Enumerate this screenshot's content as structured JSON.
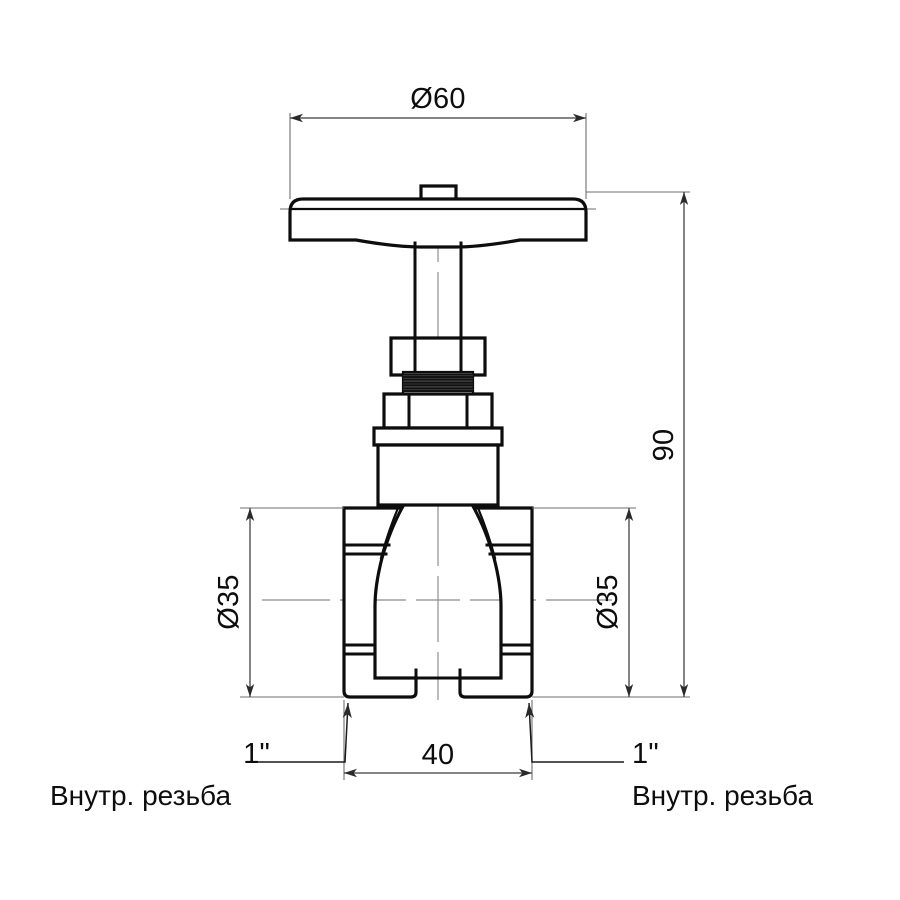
{
  "drawing": {
    "title": "Gate valve dimensioned drawing",
    "line_color": "#0d0d0d",
    "dim_color": "#3a3a3a",
    "background": "#ffffff"
  },
  "dimensions": {
    "handwheel_diameter": "Ø60",
    "overall_height": "90",
    "body_width": "40",
    "port_diameter_left": "Ø35",
    "port_diameter_right": "Ø35"
  },
  "callouts": {
    "thread_size_left": "1\"",
    "thread_size_right": "1\"",
    "thread_note_left": "Внутр. резьба",
    "thread_note_right": "Внутр. резьба"
  },
  "components": {
    "handwheel": "handwheel",
    "handwheel_boss": "handwheel-boss",
    "stem": "valve-stem",
    "upper_nut": "upper-hex-nut",
    "threaded_section": "threaded-stem-section",
    "lower_nut": "lower-hex-nut",
    "bonnet_flange": "bonnet-flange",
    "bonnet": "bonnet",
    "body": "valve-body",
    "left_port": "left-threaded-port",
    "right_port": "right-threaded-port"
  }
}
